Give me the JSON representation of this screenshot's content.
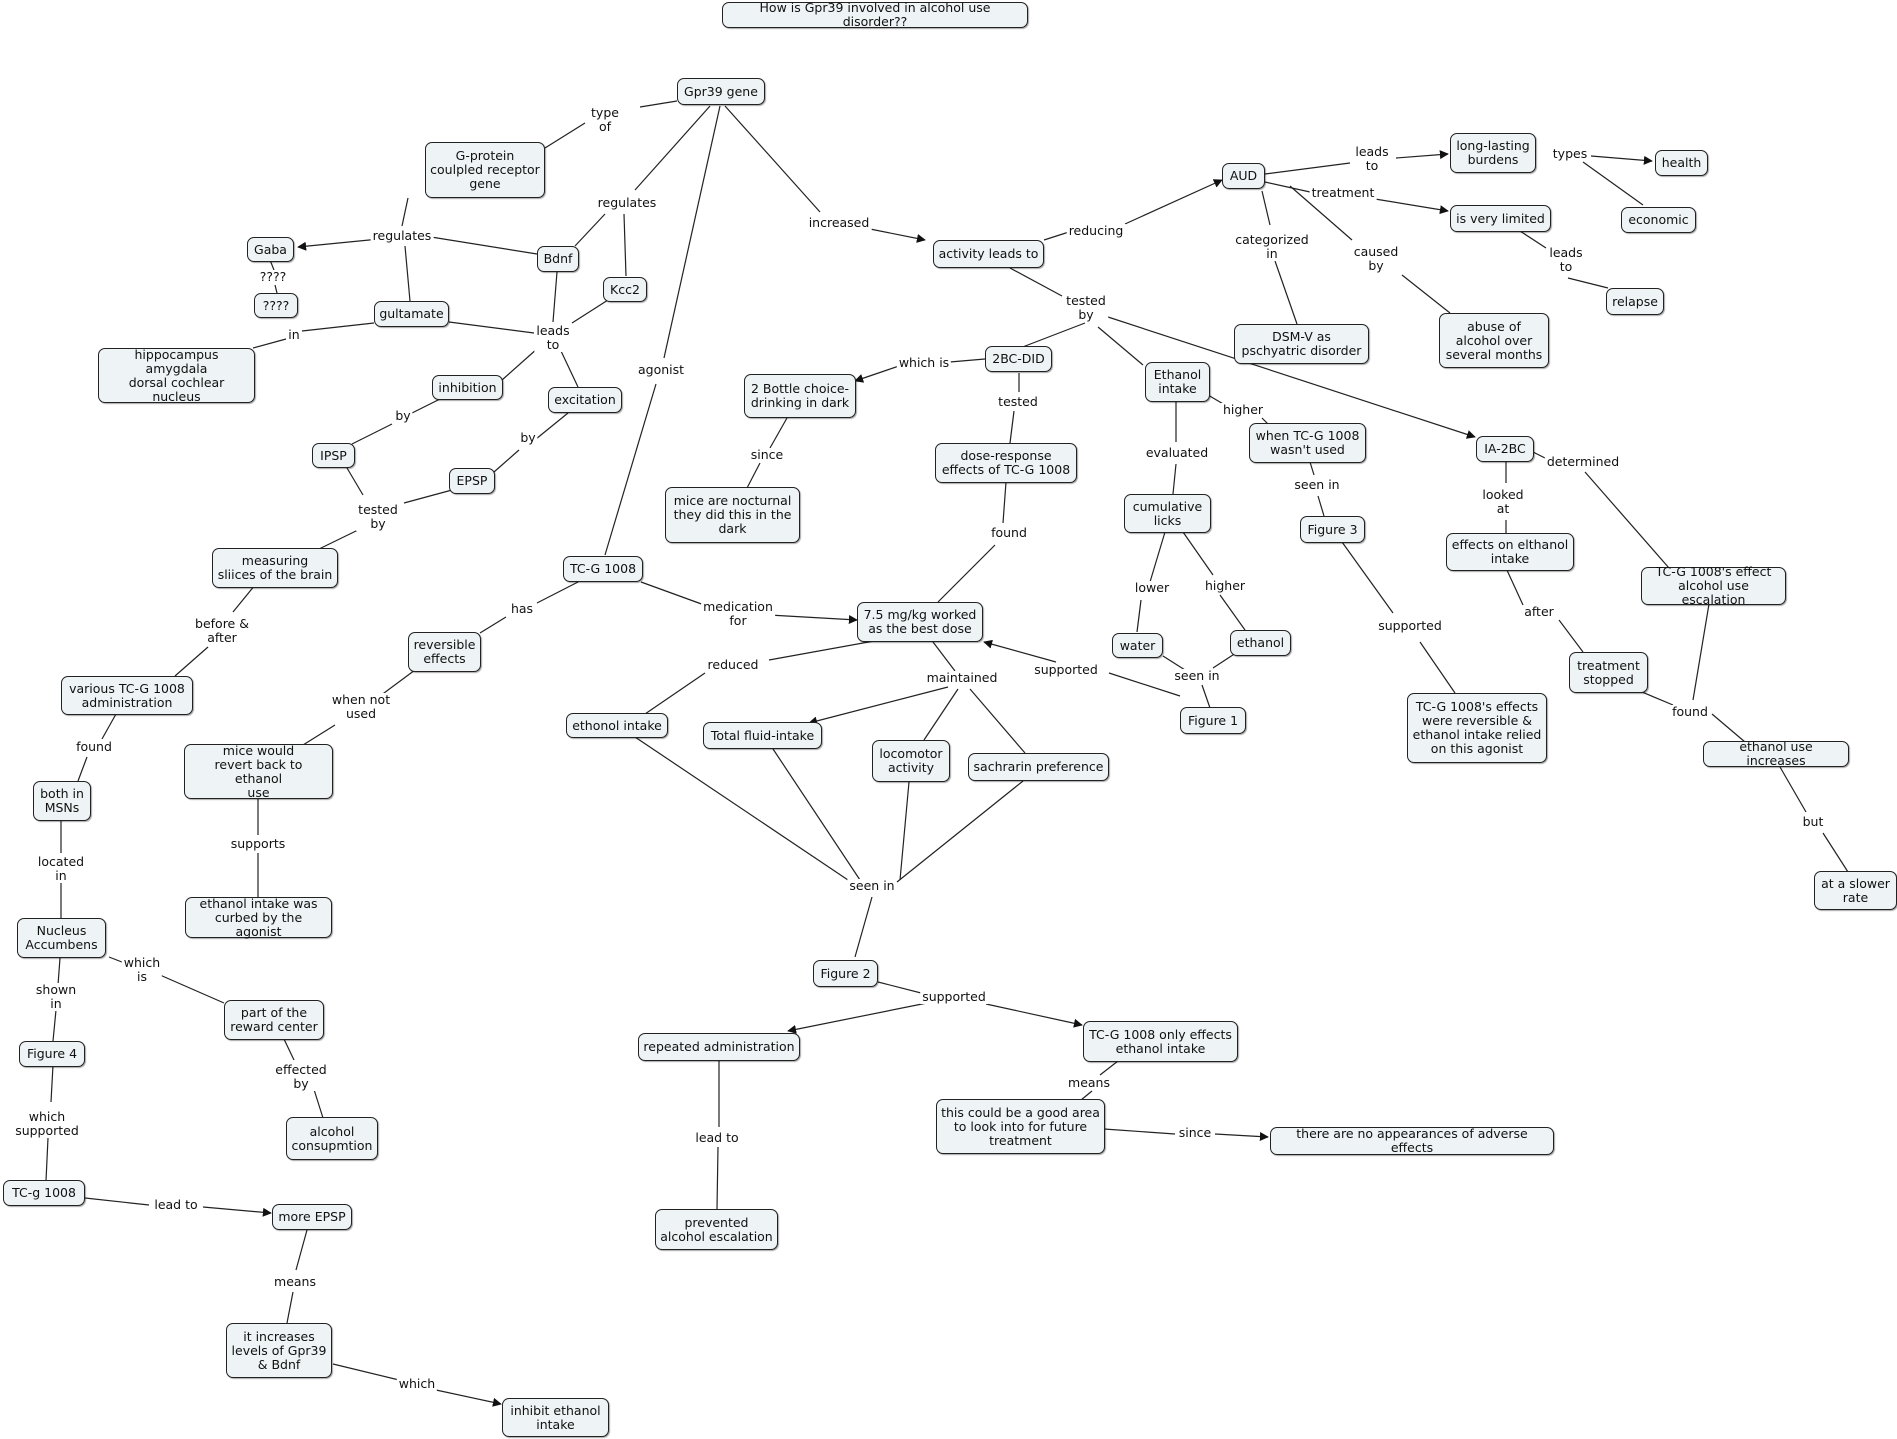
{
  "nodes": {
    "title": "How is Gpr39 involved in alcohol use disorder??",
    "gpr39": "Gpr39 gene",
    "gprotein": "G-protein\ncoulpled receptor\ngene",
    "gaba": "Gaba",
    "q4": "????",
    "bdnf": "Bdnf",
    "kcc2": "Kcc2",
    "gultamate": "gultamate",
    "hippo": "hippocampus\namygdala\ndorsal cochlear nucleus",
    "inhibition": "inhibition",
    "excitation": "excitation",
    "ipsp": "IPSP",
    "epsp": "EPSP",
    "measuring": "measuring\nsliices of the brain",
    "various": "various TC-G 1008\nadministration",
    "msns": "both in\nMSNs",
    "nacc": "Nucleus\nAccumbens",
    "fig4": "Figure 4",
    "reward": "part of the\nreward center",
    "alcohol_consumption": "alcohol\nconsupmtion",
    "tcg_lower": "TC-g 1008",
    "more_epsp": "more EPSP",
    "increases_levels": "it increases\nlevels of Gpr39\n& Bdnf",
    "inhibit": "inhibit ethanol\nintake",
    "tcg": "TC-G 1008",
    "reversible": "reversible\neffects",
    "revert": "mice would\nrevert back to ethanol\nuse",
    "curbed": "ethanol intake was\ncurbed by the agonist",
    "activity": "activity leads to",
    "aud": "AUD",
    "longlasting": "long-lasting\nburdens",
    "health": "health",
    "economic": "economic",
    "limited": "is very limited",
    "relapse": "relapse",
    "dsm": "DSM-V as\npschyatric disorder",
    "abuse": "abuse of\nalcohol over\nseveral months",
    "twobc": "2BC-DID",
    "twobottle": "2 Bottle choice-\ndrinking in dark",
    "nocturnal": "mice are nocturnal\nthey did this in the\ndark",
    "doseresp": "dose-response\neffects of TC-G 1008",
    "best_dose": "7.5 mg/kg worked\nas the best dose",
    "ethanol_intake_node": "Ethanol\nintake",
    "cumulative": "cumulative\nlicks",
    "water": "water",
    "ethanol": "ethanol",
    "fig1": "Figure 1",
    "when_tcg": "when TC-G 1008\nwasn't used",
    "fig3": "Figure 3",
    "reversible_effects": "TC-G 1008's effects\nwere reversible &\nethanol intake relied\non this agonist",
    "ia2bc": "IA-2BC",
    "effects_elthanol": "effects on elthanol\nintake",
    "treatment_stopped": "treatment\nstopped",
    "tcg_effect": "TC-G 1008's effect\nalcohol use escalation",
    "ethanol_increases": "ethanol use increases",
    "slower": "at a slower\nrate",
    "ethonol_intake": "ethonol intake",
    "total_fluid": "Total fluid-intake",
    "locomotor": "locomotor\nactivity",
    "sachrarin": "sachrarin preference",
    "fig2": "Figure 2",
    "repeated": "repeated administration",
    "prevented": "prevented\nalcohol escalation",
    "only_effects": "TC-G 1008 only effects\nethanol intake",
    "good_area": "this could be a good area\nto look into for future\ntreatment",
    "no_adverse": "there are no appearances of adverse effects"
  },
  "links": {
    "type_of": "type\nof",
    "regulates_left": "regulates",
    "regulates_right": "regulates",
    "q4_label": "????",
    "in": "in",
    "leads_to": "leads\nto",
    "by_ipsp": "by",
    "by_epsp": "by",
    "tested_by_left": "tested\nby",
    "before_after": "before &\nafter",
    "found_msns": "found",
    "located_in": "located\nin",
    "shown_in": "shown\nin",
    "which_is": "which\nis",
    "effected_by": "effected\nby",
    "which_supported": "which\nsupported",
    "lead_to_epsp": "lead to",
    "means_epsp": "means",
    "which_inhibit": "which",
    "agonist": "agonist",
    "has": "has",
    "medication_for": "medication\nfor",
    "when_not_used": "when not\nused",
    "supports": "supports",
    "increased": "increased",
    "reducing": "reducing",
    "leads_to_aud": "leads\nto",
    "treatment": "treatment",
    "types": "types",
    "leads_to_relapse": "leads\nto",
    "categorized_in": "categorized\nin",
    "caused_by": "caused\nby",
    "tested_by_main": "tested\nby",
    "which_is_2bc": "which is",
    "since_nocturnal": "since",
    "tested_dose": "tested",
    "found_dose": "found",
    "evaluated": "evaluated",
    "lower": "lower",
    "higher_ethanol": "higher",
    "seen_in_fig1": "seen in",
    "supported_fig1": "supported",
    "higher_when": "higher",
    "seen_in_fig3": "seen in",
    "supported_fig3": "supported",
    "determined": "determined",
    "looked_at": "looked\nat",
    "after": "after",
    "found_increase": "found",
    "but": "but",
    "reduced": "reduced",
    "maintained": "maintained",
    "seen_in_fig2": "seen in",
    "supported_fig2": "supported",
    "lead_to_prevented": "lead to",
    "means_good": "means",
    "since_adverse": "since"
  }
}
